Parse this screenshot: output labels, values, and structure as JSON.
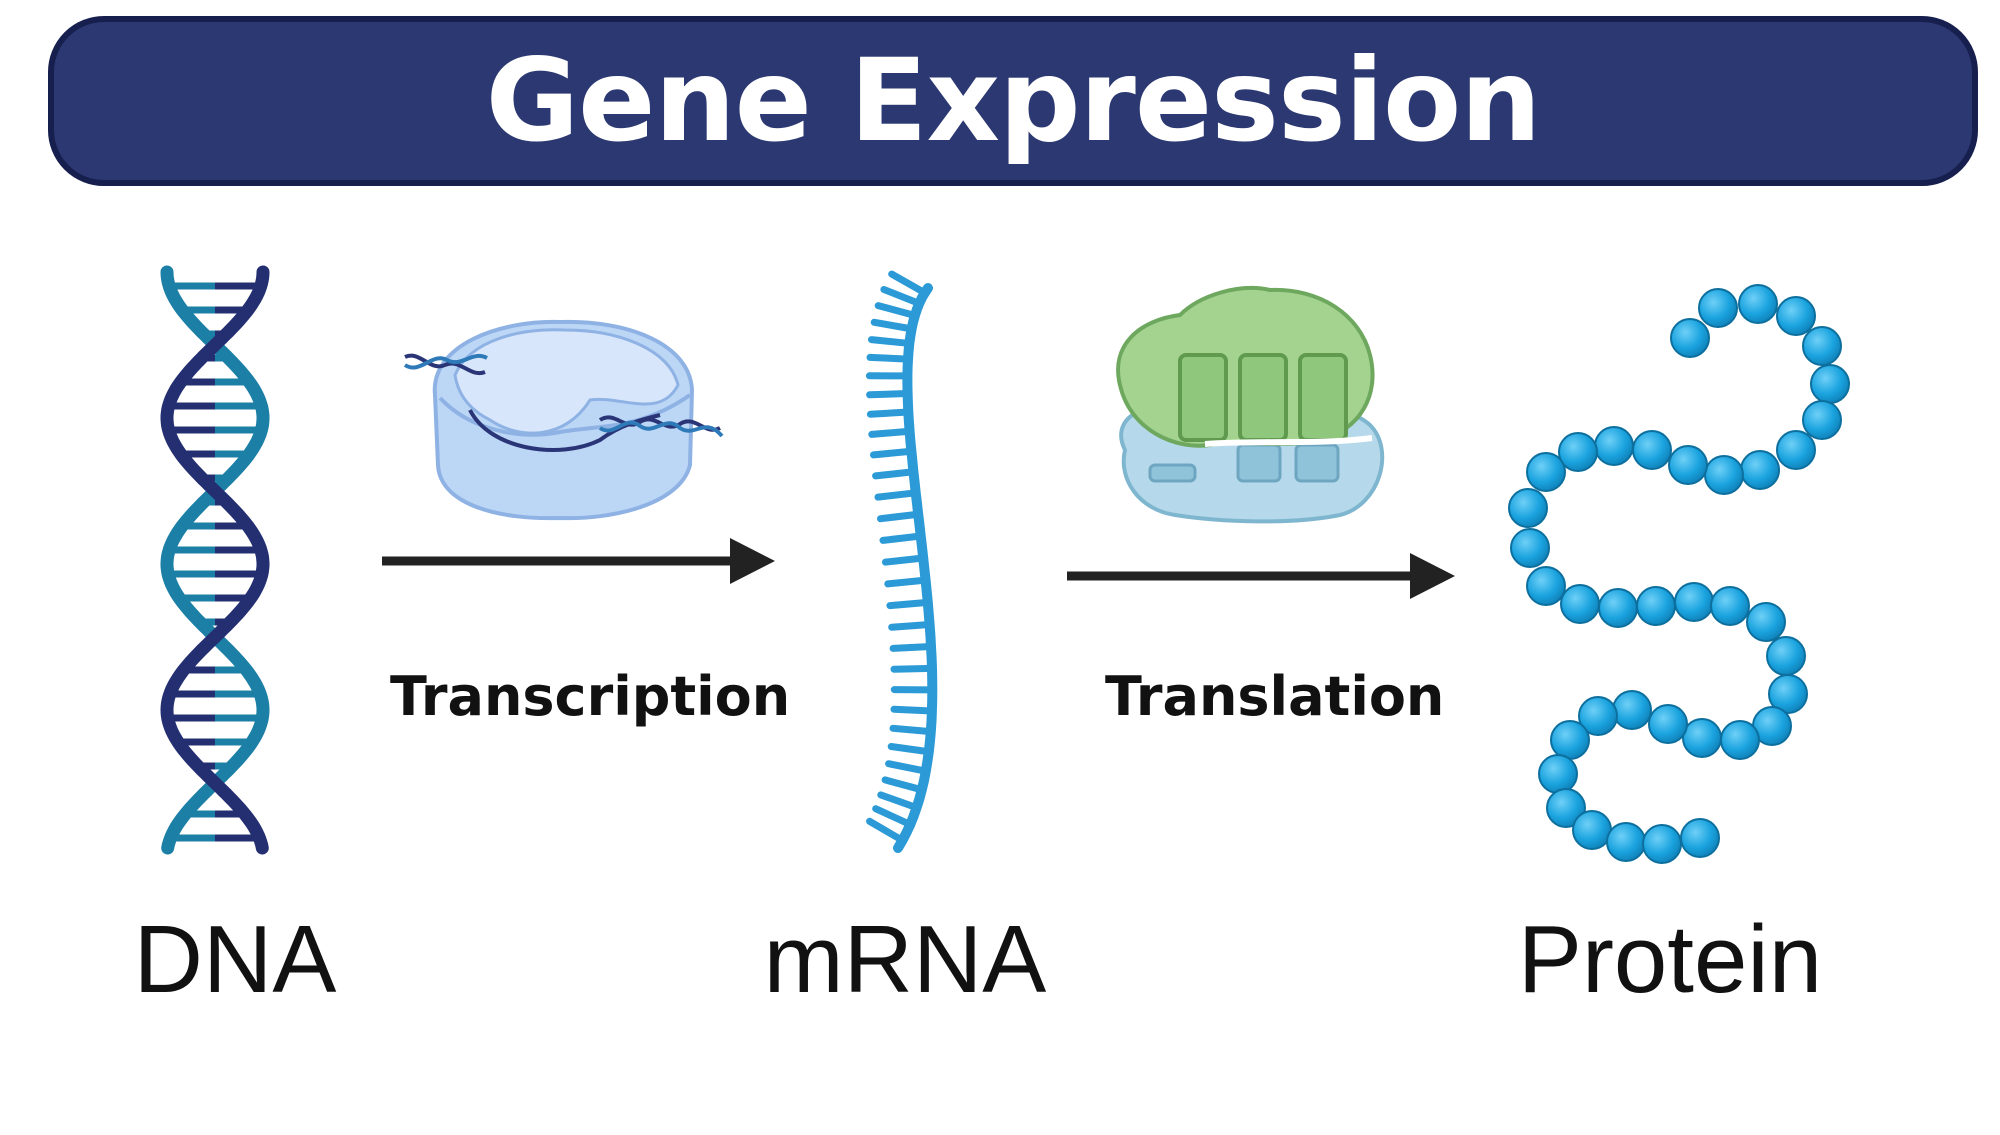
{
  "title": "Gene Expression",
  "labels": {
    "dna": "DNA",
    "mrna": "mRNA",
    "protein": "Protein",
    "transcription": "Transcription",
    "translation": "Translation"
  },
  "icons": {
    "dna": "dna-double-helix-icon",
    "rna_polymerase": "rna-polymerase-icon",
    "mrna": "mrna-strand-icon",
    "ribosome": "ribosome-icon",
    "protein": "protein-chain-icon",
    "arrow": "arrow-right-icon"
  },
  "colors": {
    "banner": "#2b3871",
    "banner_border": "#161f4d",
    "dna_dark": "#242f72",
    "dna_teal": "#1c7fa6",
    "mrna": "#2c9ad6",
    "protein": "#1aa3df",
    "ribosome_top": "#9fd18e",
    "ribosome_bottom": "#b5d9ea",
    "arrow": "#222222"
  }
}
